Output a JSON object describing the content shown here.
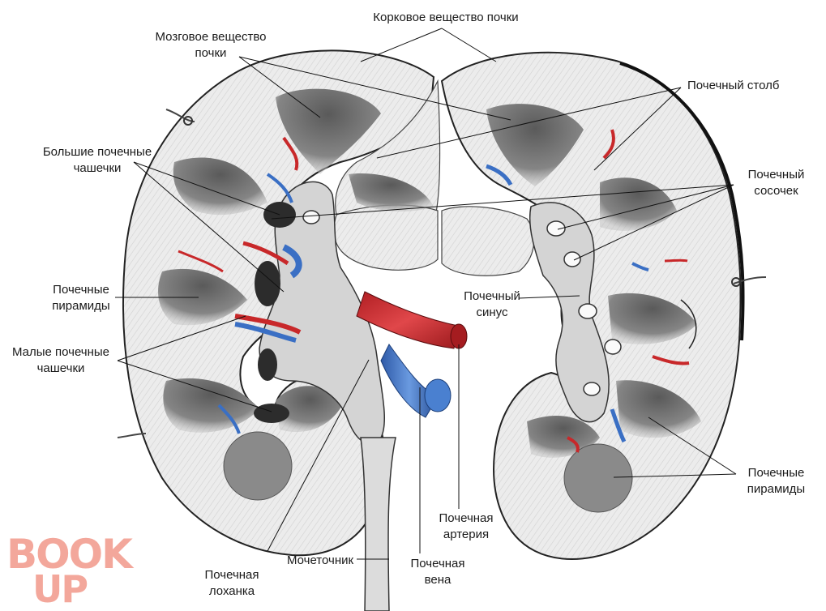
{
  "labels": {
    "cortex": "Корковое вещество почки",
    "medulla": "Мозговое вещество\nпочки",
    "column": "Почечный столб",
    "major_calyces": "Большие почечные\nчашечки",
    "papilla": "Почечный\nсосочек",
    "pyramids_left": "Почечные\nпирамиды",
    "minor_calyces": "Малые почечные\nчашечки",
    "sinus": "Почечный\nсинус",
    "pyramids_right": "Почечные\nпирамиды",
    "artery": "Почечная\nартерия",
    "pelvis": "Почечная\nлоханка",
    "ureter": "Мочеточник",
    "vein": "Почечная\nвена"
  },
  "watermark": {
    "line1": "BOOK",
    "line2": "UP"
  },
  "colors": {
    "artery": "#c8282a",
    "vein": "#3a6fc4",
    "pyramid": "#6f6f6f",
    "cortex": "#e9e9e9",
    "outline": "#222222",
    "watermark": "#f08a7a"
  }
}
